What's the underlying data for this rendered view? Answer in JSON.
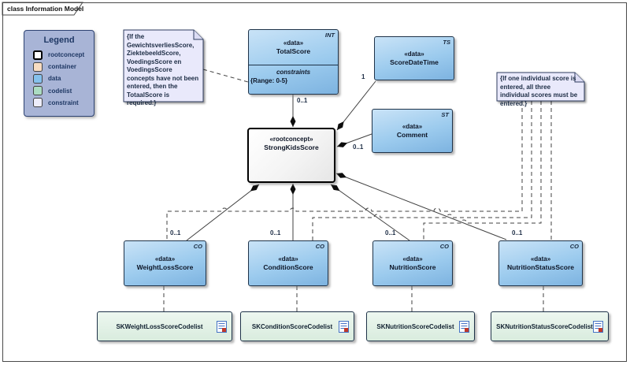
{
  "frame": {
    "tab_label": "class Information Model"
  },
  "legend": {
    "title": "Legend",
    "items": [
      {
        "label": "rootconcept",
        "color": "#ffffff"
      },
      {
        "label": "container",
        "color": "#f8dcc2"
      },
      {
        "label": "data",
        "color": "#85c1ed"
      },
      {
        "label": "codelist",
        "color": "#abdcc2"
      },
      {
        "label": "constraint",
        "color": "#ededfb"
      }
    ]
  },
  "notes": {
    "totalscore_note": "{If the GewichtsverliesScore, ZiektebeeldScore, VoedingsScore en VoedingsScore concepts have not been entered, then the TotaalScore is required.}",
    "individual_note": "{If one individual score is entered, all three individual scores must be entered.}"
  },
  "classes": {
    "strongkidsscore": {
      "stereotype": "«rootconcept»",
      "name": "StrongKidsScore"
    },
    "totalscore": {
      "type": "INT",
      "stereotype": "«data»",
      "name": "TotalScore",
      "compartment_label": "constraints",
      "constraint": "{Range: 0-5}"
    },
    "scoredatetime": {
      "type": "TS",
      "stereotype": "«data»",
      "name": "ScoreDateTime"
    },
    "comment": {
      "type": "ST",
      "stereotype": "«data»",
      "name": "Comment"
    },
    "weightlossscore": {
      "type": "CO",
      "stereotype": "«data»",
      "name": "WeightLossScore"
    },
    "conditionscore": {
      "type": "CO",
      "stereotype": "«data»",
      "name": "ConditionScore"
    },
    "nutritionscore": {
      "type": "CO",
      "stereotype": "«data»",
      "name": "NutritionScore"
    },
    "nutritionstatusscore": {
      "type": "CO",
      "stereotype": "«data»",
      "name": "NutritionStatusScore"
    }
  },
  "codelists": [
    {
      "name": "SKWeightLossScoreCodelist"
    },
    {
      "name": "SKConditionScoreCodelist"
    },
    {
      "name": "SKNutritionScoreCodelist"
    },
    {
      "name": "SKNutritionStatusScoreCodelist"
    }
  ],
  "multiplicities": {
    "totalscore": "0..1",
    "scoredatetime": "1",
    "comment": "0..1",
    "weightlossscore": "0..1",
    "conditionscore": "0..1",
    "nutritionscore": "0..1",
    "nutritionstatusscore": "0..1"
  }
}
